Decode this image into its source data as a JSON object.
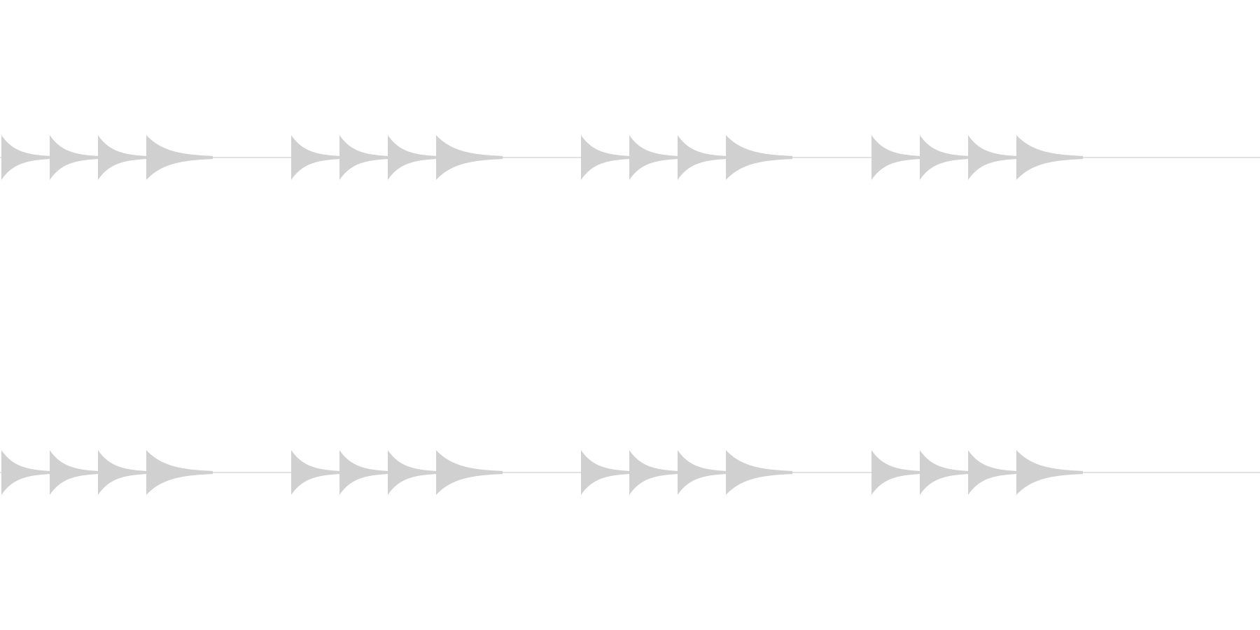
{
  "colors": {
    "background": "#ffffff",
    "waveform": "#d0d0d0",
    "baseline": "#d0d0d0"
  },
  "waveform": {
    "channels": [
      "channel-1",
      "channel-2"
    ],
    "pattern": {
      "groups": 4,
      "hits_per_group": 4,
      "last_hit_in_group_is_longer": true
    }
  }
}
